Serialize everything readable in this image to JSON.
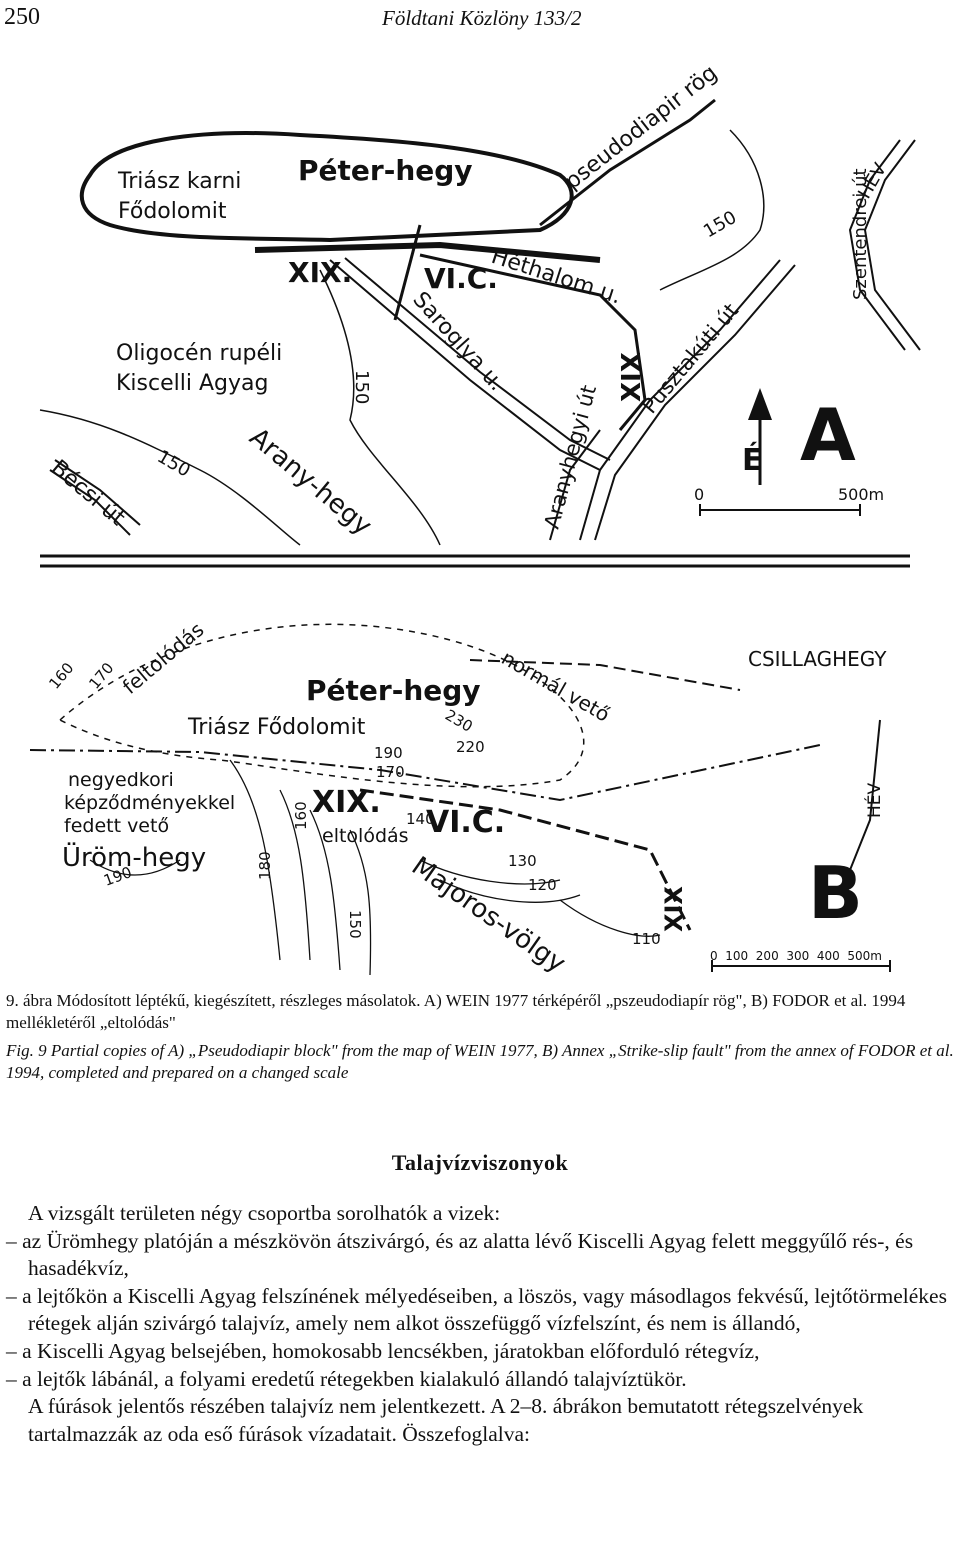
{
  "header": {
    "page_number": "250",
    "journal": "Földtani Közlöny 133/2"
  },
  "map_a": {
    "panel_letter": "A",
    "north_label": "É",
    "scale_start": "0",
    "scale_end": "500m",
    "labels": {
      "triasz_1": "Triász karni",
      "triasz_2": "Fődolomit",
      "peter_hegy": "Péter-hegy",
      "pseudodiapir": "pseudodiapir rög",
      "xix_1": "XIX.",
      "vic": "VI.C.",
      "xix_2": "XIX",
      "hethalom": "Héthalom u.",
      "saroglya": "Saroglya u.",
      "oligocen_1": "Oligocén rupéli",
      "oligocen_2": "Kiscelli Agyag",
      "arany_hegy": "Arany-hegy",
      "becsi_ut": "Bécsi út",
      "aranyhegyi_ut": "Aranyhegyi út",
      "pusztakuti_ut": "Pusztakúti út",
      "szentendrei_ut": "Szentendrei út",
      "hev": "HÉV",
      "c150_a": "150",
      "c150_b": "150",
      "c150_c": "150"
    }
  },
  "map_b": {
    "panel_letter": "B",
    "scale_ticks": "0  100  200  300  400  500m",
    "labels": {
      "felltolodas": "feltolódás",
      "c160": "160",
      "c170": "170",
      "peter_hegy": "Péter-hegy",
      "triasz": "Triász Fődolomit",
      "normal_veto": "normál vető",
      "c230": "230",
      "c220": "220",
      "c190": "190",
      "c170_2": "170",
      "csillaghegy": "CSILLAGHEGY",
      "negyedkori_1": "negyedkori",
      "negyedkori_2": "képződményekkel",
      "negyedkori_3": "fedett vető",
      "urom_hegy": "Üröm-hegy",
      "c190_b": "190",
      "xix_1": "XIX.",
      "c160_b": "160",
      "c140": "140",
      "eltolodas": "eltolódás",
      "vic": "VI.C.",
      "c180": "180",
      "c150": "150",
      "c130": "130",
      "c120": "120",
      "majoros_volgy": "Majoros-völgy",
      "c110": "110",
      "xix_2": "XIX",
      "hev": "HÉV"
    }
  },
  "caption": {
    "hu": "9. ábra Módosított léptékű, kiegészített, részleges másolatok. A) WEIN 1977 térképéről „pszeudodiapír rög\", B) FODOR et al. 1994 mellékletéről „eltolódás\"",
    "en": "Fig. 9 Partial copies of A) „Pseudodiapir block\" from the map of WEIN 1977, B) Annex „Strike-slip fault\" from the annex of FODOR et al. 1994, completed and prepared on a changed scale"
  },
  "section_title": "Talajvízviszonyok",
  "body": {
    "intro": "A vizsgált területen négy csoportba sorolhatók a vizek:",
    "items": [
      "– az Ürömhegy platóján a mészkövön átszivárgó, és az alatta lévő Kiscelli Agyag felett meggyűlő rés-, és hasadékvíz,",
      "– a lejtőkön a Kiscelli Agyag felszínének mélyedéseiben, a löszös, vagy másodlagos fekvésű, lejtőtörmelékes rétegek alján szivárgó talajvíz, amely nem alkot összefüggő vízfelszínt, és nem is állandó,",
      "– a Kiscelli Agyag belsejében, homokosabb lencsékben, járatokban előforduló rétegvíz,",
      "– a lejtők lábánál, a folyami eredetű rétegekben kialakuló állandó talajvíztükör."
    ],
    "closing": "A fúrások jelentős részében talajvíz nem jelentkezett. A 2–8. ábrákon bemutatott rétegszelvények tartalmazzák az oda eső fúrások vízadatait. Összefoglalva:"
  }
}
